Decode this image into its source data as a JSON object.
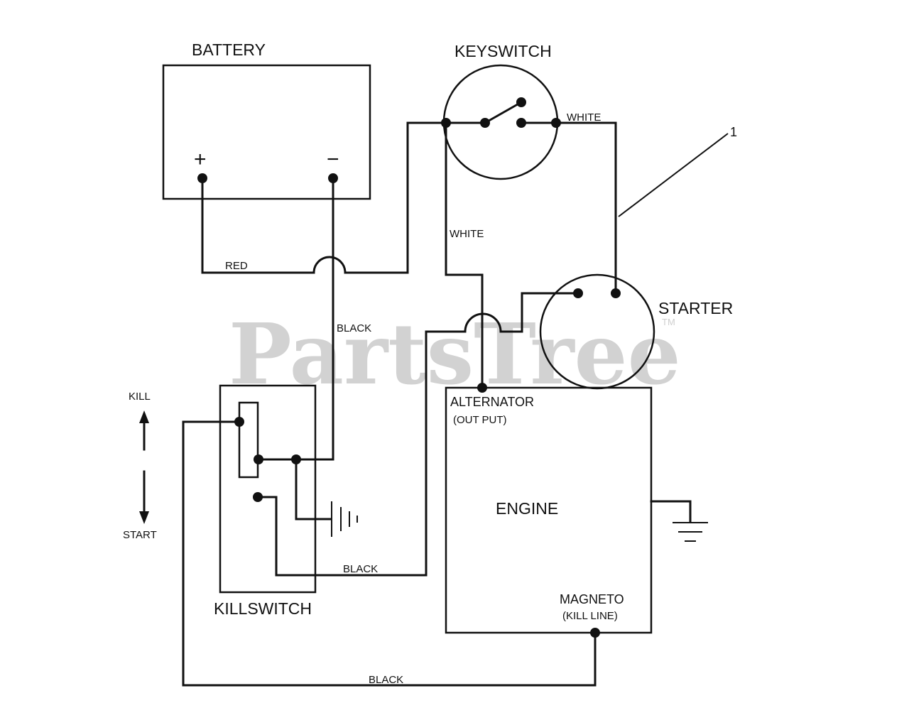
{
  "watermark": {
    "text": "PartsTree",
    "trademark": "TM"
  },
  "components": {
    "battery": {
      "title": "BATTERY",
      "plus": "+",
      "minus": "−"
    },
    "keyswitch": {
      "title": "KEYSWITCH"
    },
    "starter": {
      "title": "STARTER"
    },
    "engine": {
      "title": "ENGINE",
      "alternator": "ALTERNATOR",
      "alternator_sub": "(OUT PUT)",
      "magneto": "MAGNETO",
      "magneto_sub": "(KILL LINE)"
    },
    "killswitch": {
      "title": "KILLSWITCH",
      "kill": "KILL",
      "start": "START"
    }
  },
  "wires": {
    "red": "RED",
    "white_top": "WHITE",
    "white_mid": "WHITE",
    "black_battery": "BLACK",
    "black_kill": "BLACK",
    "black_bottom": "BLACK"
  },
  "callout": "1"
}
